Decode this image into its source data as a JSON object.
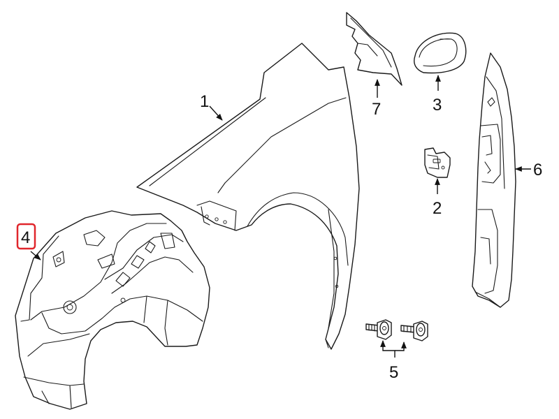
{
  "callouts": [
    {
      "id": "1",
      "label": "1"
    },
    {
      "id": "2",
      "label": "2"
    },
    {
      "id": "3",
      "label": "3"
    },
    {
      "id": "4",
      "label": "4",
      "highlighted": true
    },
    {
      "id": "5",
      "label": "5"
    },
    {
      "id": "6",
      "label": "6"
    },
    {
      "id": "7",
      "label": "7"
    }
  ],
  "colors": {
    "line": "#1a1a1a",
    "highlight": "#e0262c",
    "background": "#ffffff"
  },
  "parts": {
    "1": "fender-icon",
    "2": "bracket-icon",
    "3": "repeater-lamp-icon",
    "4": "wheelhouse-liner-icon",
    "5": "bolt-icon",
    "6": "side-shield-icon",
    "7": "seal-icon"
  }
}
